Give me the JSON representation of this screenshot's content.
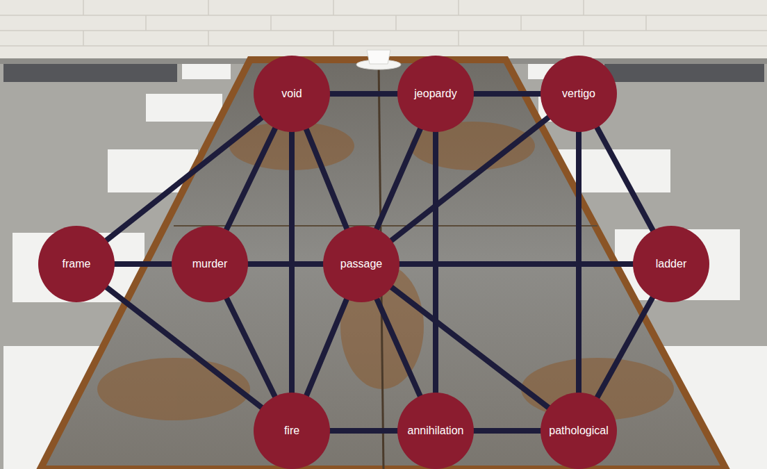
{
  "diagram": {
    "nodes": [
      {
        "text": [
          "void"
        ]
      },
      {
        "text": [
          "jeopardy"
        ]
      },
      {
        "text": [
          "vertigo"
        ]
      },
      {
        "text": [
          "frame"
        ]
      },
      {
        "text": [
          "murder"
        ]
      },
      {
        "text": [
          "passage"
        ]
      },
      {
        "text": [
          "ladder"
        ]
      },
      {
        "text": [
          "fire"
        ]
      },
      {
        "text": [
          "annihilation"
        ]
      },
      {
        "text": [
          "pathological"
        ]
      }
    ],
    "edges": [
      {
        "from": 0,
        "to": 1,
        "arrow": "none"
      },
      {
        "from": 1,
        "to": 2,
        "arrow": "none"
      },
      {
        "from": 0,
        "to": 3,
        "arrow": "none"
      },
      {
        "from": 0,
        "to": 4,
        "arrow": "none"
      },
      {
        "from": 0,
        "to": 7,
        "arrow": "none"
      },
      {
        "from": 0,
        "to": 5,
        "arrow": "none"
      },
      {
        "from": 1,
        "to": 5,
        "arrow": "none"
      },
      {
        "from": 1,
        "to": 8,
        "arrow": "none"
      },
      {
        "from": 2,
        "to": 5,
        "arrow": "none"
      },
      {
        "from": 2,
        "to": 6,
        "arrow": "none"
      },
      {
        "from": 2,
        "to": 9,
        "arrow": "none"
      },
      {
        "from": 3,
        "to": 4,
        "arrow": "none"
      },
      {
        "from": 4,
        "to": 5,
        "arrow": "none"
      },
      {
        "from": 5,
        "to": 6,
        "arrow": "none"
      },
      {
        "from": 3,
        "to": 7,
        "arrow": "none"
      },
      {
        "from": 4,
        "to": 7,
        "arrow": "none"
      },
      {
        "from": 5,
        "to": 7,
        "arrow": "none"
      },
      {
        "from": 5,
        "to": 8,
        "arrow": "none"
      },
      {
        "from": 5,
        "to": 9,
        "arrow": "none"
      },
      {
        "from": 7,
        "to": 8,
        "arrow": "none"
      },
      {
        "from": 8,
        "to": 9,
        "arrow": "none"
      },
      {
        "from": 6,
        "to": 9,
        "arrow": "none"
      }
    ]
  }
}
